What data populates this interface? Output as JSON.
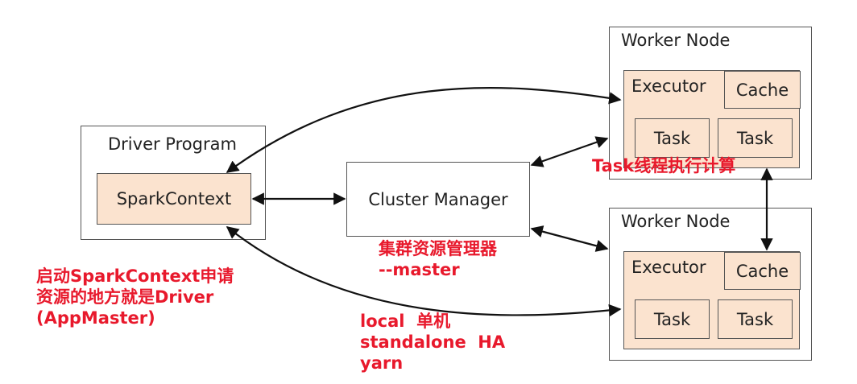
{
  "driver": {
    "title": "Driver Program",
    "context": "SparkContext"
  },
  "cluster_manager": "Cluster Manager",
  "workers": [
    {
      "title": "Worker Node",
      "executor": "Executor",
      "cache": "Cache",
      "tasks": [
        "Task",
        "Task"
      ]
    },
    {
      "title": "Worker Node",
      "executor": "Executor",
      "cache": "Cache",
      "tasks": [
        "Task",
        "Task"
      ]
    }
  ],
  "annotations": {
    "task_thread": "Task线程执行计算",
    "cluster_manager_note": [
      "集群资源管理器",
      "--master"
    ],
    "driver_note": [
      "启动SparkContext申请",
      "资源的地方就是Driver",
      "(AppMaster)"
    ],
    "modes": [
      "local  单机",
      "standalone  HA",
      "yarn"
    ]
  },
  "colors": {
    "box_fill": "#fbe3cf",
    "annotation": "#e8192c",
    "line": "#111111"
  }
}
